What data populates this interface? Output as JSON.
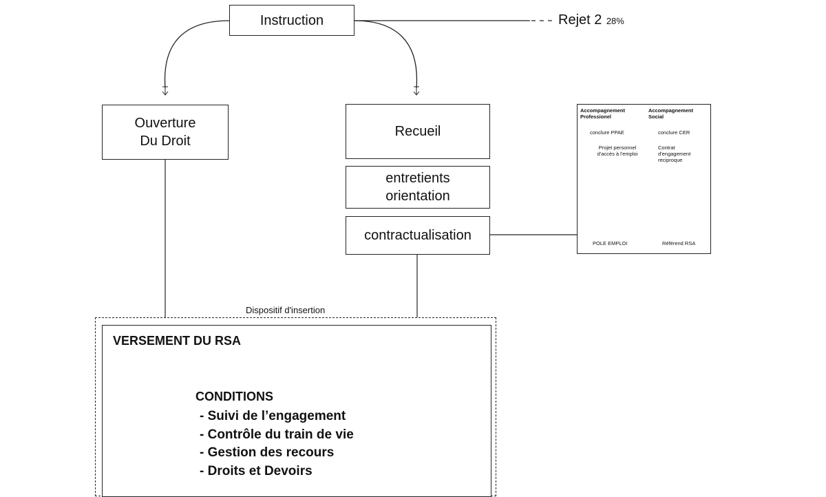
{
  "diagram": {
    "instruction": "Instruction",
    "rejet": {
      "label": "Rejet 2",
      "percent": "28%"
    },
    "ouverture": {
      "line1": "Ouverture",
      "line2": "Du Droit"
    },
    "recueil": "Recueil",
    "entretiens": {
      "line1": "entretients",
      "line2": "orientation"
    },
    "contractualisation": "contractualisation",
    "accompagnement": {
      "professionnel": {
        "title_line1": "Accompagnement",
        "title_line2": "Professionel",
        "item1": "conclure PPAE",
        "item2_line1": "Projet personnel",
        "item2_line2": "d'accès à l'emploi",
        "footer": "POLE EMPLOI"
      },
      "social": {
        "title_line1": "Accompagnement",
        "title_line2": "Social",
        "item1": "conclure CER",
        "item2_line1": "Contrat",
        "item2_line2": "d'engagement",
        "item2_line3": "reciproque",
        "footer": "Référend RSA"
      }
    },
    "dispositif_label": "Dispositif d'insertion",
    "versement_title": "VERSEMENT DU RSA",
    "conditions_title": "CONDITIONS",
    "conditions": [
      "- Suivi de l’engagement",
      "- Contrôle du train de vie",
      "- Gestion des recours",
      "- Droits et Devoirs"
    ]
  }
}
